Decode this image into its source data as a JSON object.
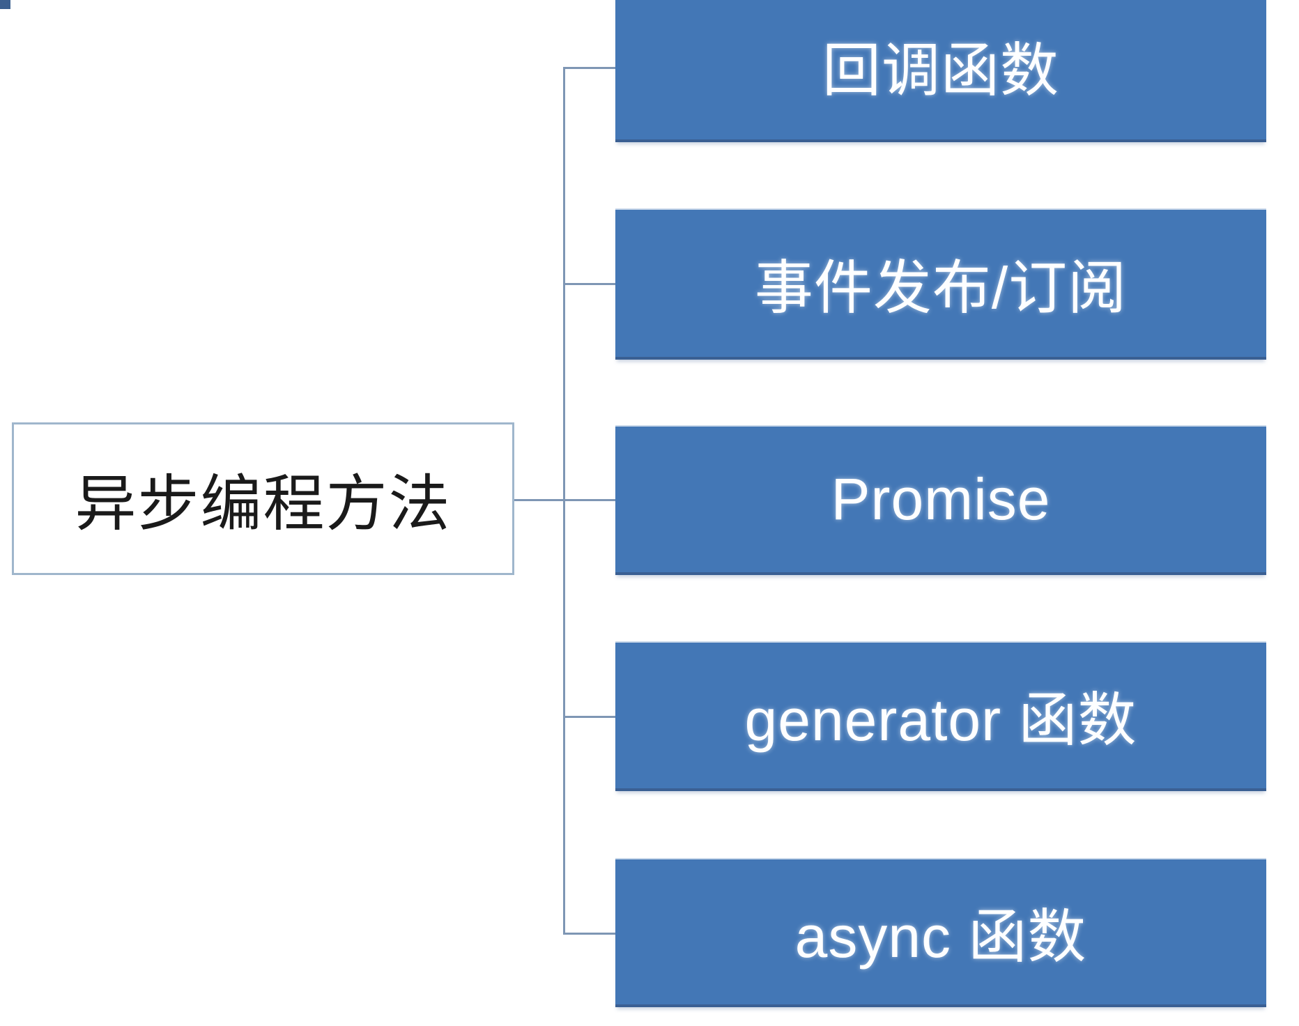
{
  "diagram": {
    "type": "tree",
    "direction": "left-to-right",
    "root": {
      "label": "异步编程方法"
    },
    "children": [
      {
        "label": "回调函数"
      },
      {
        "label": "事件发布/订阅"
      },
      {
        "label": "Promise"
      },
      {
        "label": "generator 函数"
      },
      {
        "label": "async 函数"
      }
    ],
    "colors": {
      "child_node_fill": "#4377B6",
      "child_node_text": "#FFFFFF",
      "root_node_fill": "#FFFFFF",
      "root_node_border": "#9FB6CC",
      "root_node_text": "#1A1A1A",
      "connector_line": "#7E96B4"
    }
  }
}
